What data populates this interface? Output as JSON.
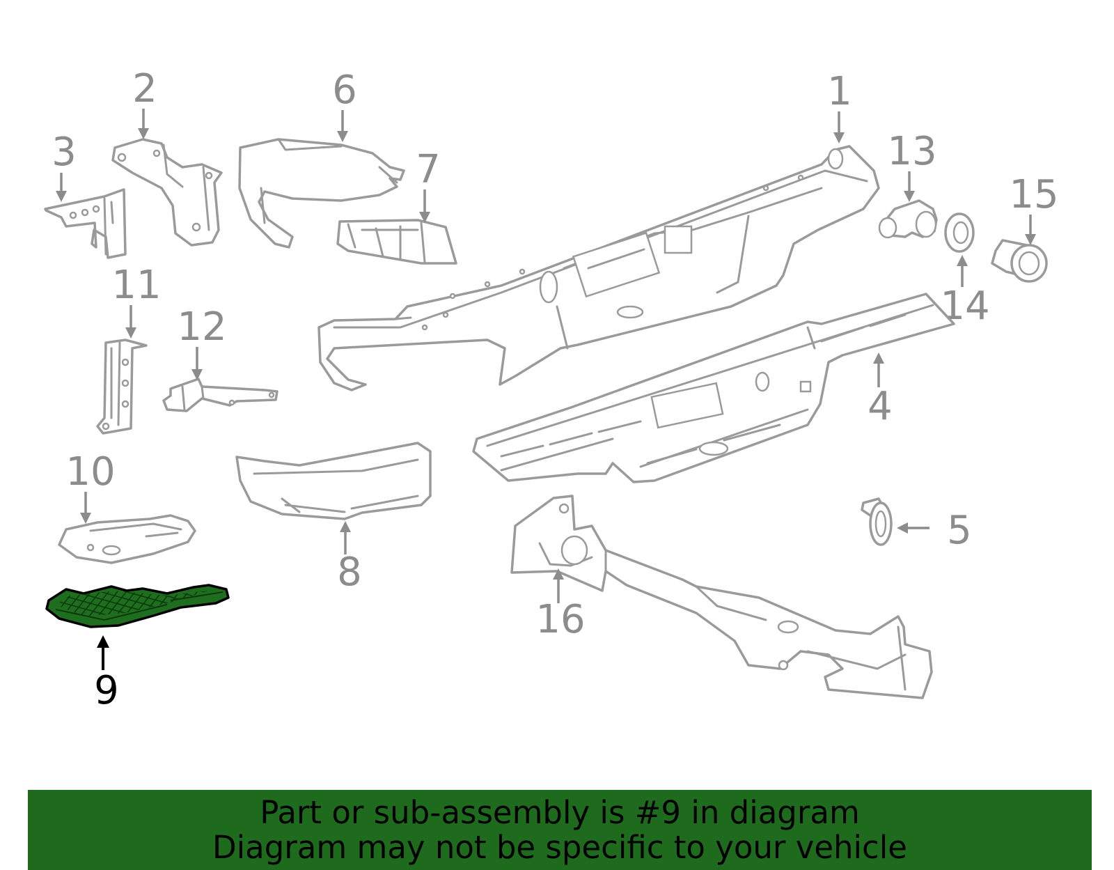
{
  "callouts": {
    "c1": "1",
    "c2": "2",
    "c3": "3",
    "c4": "4",
    "c5": "5",
    "c6": "6",
    "c7": "7",
    "c8": "8",
    "c9": "9",
    "c10": "10",
    "c11": "11",
    "c12": "12",
    "c13": "13",
    "c14": "14",
    "c15": "15",
    "c16": "16"
  },
  "highlighted_part": "9",
  "colors": {
    "highlight": "#1f6e1f",
    "banner": "#1e6b1e",
    "part_outline": "#9a9a9a"
  },
  "banner": {
    "line1": "Part or sub-assembly is #9 in diagram",
    "line2": "Diagram may not be specific to your vehicle"
  }
}
